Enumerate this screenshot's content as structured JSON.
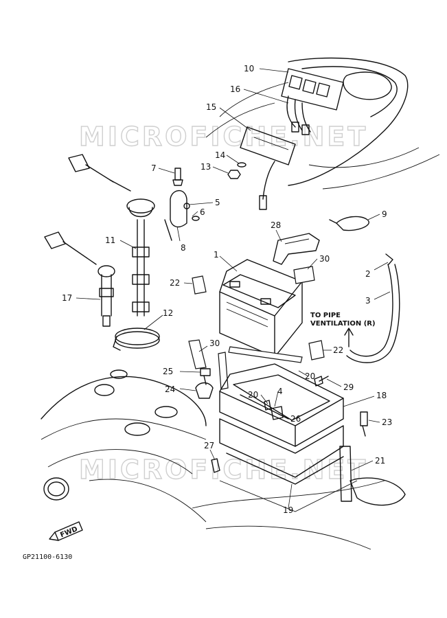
{
  "diagram": {
    "callouts": [
      "10",
      "16",
      "15",
      "14",
      "13",
      "7",
      "5",
      "6",
      "8",
      "9",
      "28",
      "11",
      "1",
      "30",
      "2",
      "3",
      "22",
      "17",
      "12",
      "22",
      "30",
      "25",
      "24",
      "20",
      "29",
      "4",
      "20",
      "18",
      "23",
      "26",
      "27",
      "21",
      "19"
    ],
    "note_lines": [
      "TO PIPE",
      "VENTILATION (R)"
    ],
    "code": "GP21100-6130",
    "fwd_label": "FWD",
    "watermark": "MICROFICHE.NET"
  }
}
